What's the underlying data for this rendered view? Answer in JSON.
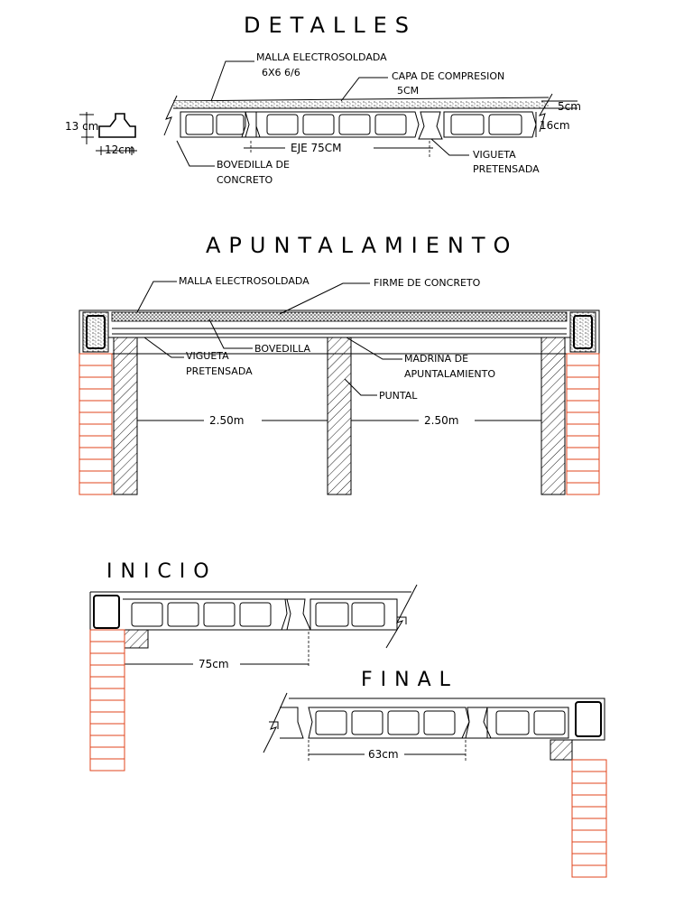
{
  "titles": {
    "detalles": "DETALLES",
    "apuntalamiento": "APUNTALAMIENTO",
    "inicio": "INICIO",
    "final": "FINAL"
  },
  "detalles": {
    "malla": "MALLA ELECTROSOLDADA",
    "malla_spec": "6X6 6/6",
    "capa": "CAPA DE COMPRESION",
    "capa_spec": "5CM",
    "dim_5cm": "5cm",
    "dim_16cm": "16cm",
    "dim_13cm": "13 cm",
    "dim_12cm": "12cm",
    "eje": "EJE 75CM",
    "bovedilla_1": "BOVEDILLA DE",
    "bovedilla_2": "CONCRETO",
    "vigueta_1": "VIGUETA",
    "vigueta_2": "PRETENSADA"
  },
  "apuntalamiento": {
    "malla": "MALLA ELECTROSOLDADA",
    "firme": "FIRME DE CONCRETO",
    "vigueta_1": "VIGUETA",
    "vigueta_2": "PRETENSADA",
    "bovedilla": "BOVEDILLA",
    "madrina_1": "MADRINA DE",
    "madrina_2": "APUNTALAMIENTO",
    "puntal": "PUNTAL",
    "span_left": "2.50m",
    "span_right": "2.50m"
  },
  "inicio": {
    "dim": "75cm"
  },
  "final": {
    "dim": "63cm"
  },
  "colors": {
    "ink": "#000000",
    "brick": "#e0451c"
  }
}
